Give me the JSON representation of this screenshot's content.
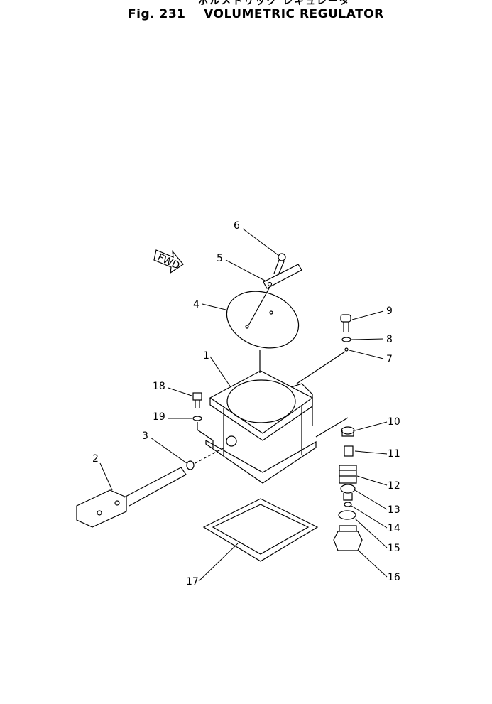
{
  "header": {
    "subtitle_japanese": "ボルメトリック レギュレータ",
    "figure_label": "Fig. 231",
    "title": "VOLUMETRIC REGULATOR"
  },
  "diagram": {
    "direction_marker": "FWD",
    "callouts": [
      "1",
      "2",
      "3",
      "4",
      "5",
      "6",
      "7",
      "8",
      "9",
      "10",
      "11",
      "12",
      "13",
      "14",
      "15",
      "16",
      "17",
      "18",
      "19"
    ]
  }
}
